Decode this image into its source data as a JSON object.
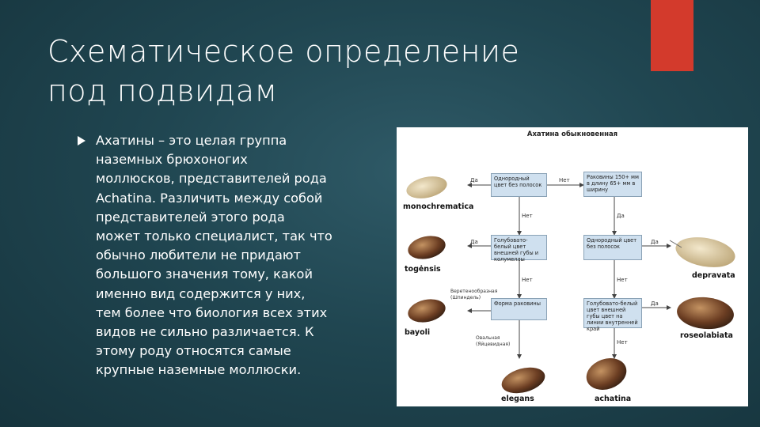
{
  "slide": {
    "title_line1": "Схематическое определение",
    "title_line2": "под подвидам",
    "body_lines": [
      "Ахатины – это целая группа",
      "наземных брюхоногих",
      "моллюсков, представителей рода",
      "Achatina. Различить между собой",
      "представителей этого рода",
      "может только специалист, так что",
      "обычно любители не придают",
      "большого значения тому, какой",
      "именно вид содержится у них,",
      "тем более что биология всех этих",
      "видов не сильно различается. К",
      "этому роду относятся самые",
      "крупные наземные моллюски."
    ],
    "accent_color": "#d33a2c"
  },
  "diagram": {
    "title": "Ахатина обыкновенная",
    "boxes": {
      "b1": "Однородный цвет без полосок",
      "b2": "Раковины 150+ мм в длину 65+ мм в ширину",
      "b3": "Голубовато-белый цвет внешней губы и колумеллы",
      "b4": "Однородный цвет без полосок",
      "b5": "Форма раковины",
      "b6": "Голубовато-белый цвет внешней губы цвет на линии внутренней край"
    },
    "labels": {
      "da1": "Да",
      "net1": "Нет",
      "net2": "Нет",
      "da2": "Да",
      "da3": "Да",
      "da4": "Да",
      "net3": "Нет",
      "net4": "Нет",
      "shape1": "Веретенообразная (Шпиндель)",
      "shape2": "Овальная (Яйцевидная)",
      "da5": "Да",
      "net5": "Нет"
    },
    "species": {
      "s1": "monochrematica",
      "s2": "togėnsis",
      "s3": "bayoli",
      "s4": "elegans",
      "s5": "achatina",
      "s6": "depravata",
      "s7": "roseolabiata"
    }
  }
}
